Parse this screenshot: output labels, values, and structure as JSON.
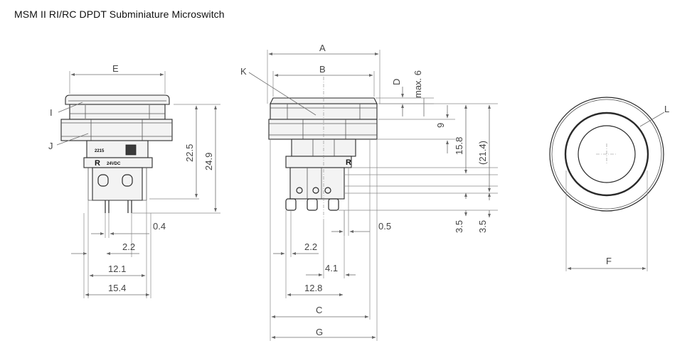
{
  "title": "MSM II RI/RC DPDT Subminiature Microswitch",
  "labels": {
    "A": "A",
    "B": "B",
    "C": "C",
    "D": "D",
    "E": "E",
    "F": "F",
    "G": "G",
    "I": "I",
    "J": "J",
    "K": "K",
    "L": "L"
  },
  "dimensions": {
    "max6": "max. 6",
    "d9": "9",
    "d15_8": "15.8",
    "d21_4": "(21.4)",
    "d22_5": "22.5",
    "d24_9": "24.9",
    "d3_5a": "3.5",
    "d3_5b": "3.5",
    "d0_4": "0.4",
    "d0_5": "0.5",
    "d2_2a": "2.2",
    "d2_2b": "2.2",
    "d12_1": "12.1",
    "d15_4": "15.4",
    "d4_1": "4.1",
    "d12_8": "12.8"
  },
  "markings": {
    "code": "2215",
    "letter": "R",
    "voltage": "24VDC"
  },
  "colors": {
    "line": "#2a2a2a",
    "dimension": "#6d6d6d",
    "text": "#444444"
  }
}
